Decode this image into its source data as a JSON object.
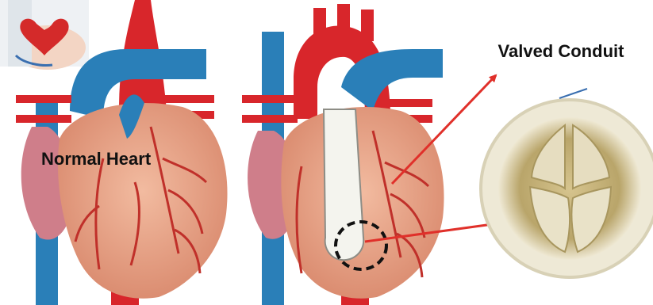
{
  "figure": {
    "label_normal": "Normal Heart",
    "label_conduit": "Valved Conduit"
  },
  "colors": {
    "background": "#ffffff",
    "aorta_red": "#d8262b",
    "vein_blue": "#2a7fb8",
    "myocardium": "#e9a98c",
    "myocardium_shade": "#d98a70",
    "atrium_pink": "#cf7e8a",
    "coronary": "#c0302a",
    "conduit_white": "#f4f4ee",
    "valve_ring": "#e8e2c8",
    "valve_inner": "#c9b986",
    "arrow_red": "#e0302a",
    "label_black": "#111111"
  },
  "icons": [
    "heart-in-hands-thumbnail",
    "valved-conduit-photo"
  ]
}
